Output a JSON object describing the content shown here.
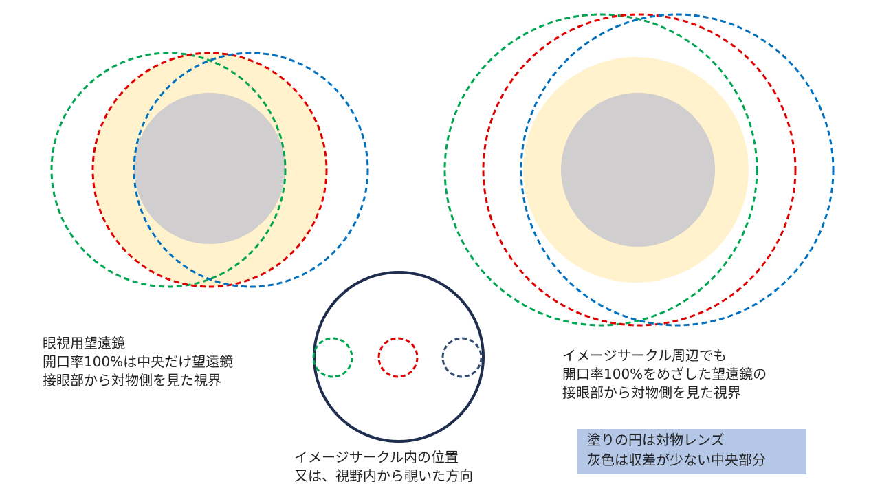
{
  "left_caption": [
    "眼視用望遠鏡",
    "開口率100%は中央だけ望遠鏡",
    "接眼部から対物側を見た視界"
  ],
  "middle_caption": [
    "イメージサークル内の位置",
    "又は、視野内から覗いた方向"
  ],
  "right_caption": [
    "イメージサークル周辺でも",
    "開口率100%をめざした望遠鏡の",
    "接眼部から対物側を見た視界"
  ],
  "legend": [
    "塗りの円は対物レンズ",
    "灰色は収差が少ない中央部分"
  ],
  "colors": {
    "objective_fill": "#fff2cc",
    "center_fill": "#d0cece",
    "green": "#00a651",
    "red": "#e00000",
    "blue": "#0070c0",
    "navy": "#1f2d4f",
    "legend_bg": "#b4c7e7"
  }
}
